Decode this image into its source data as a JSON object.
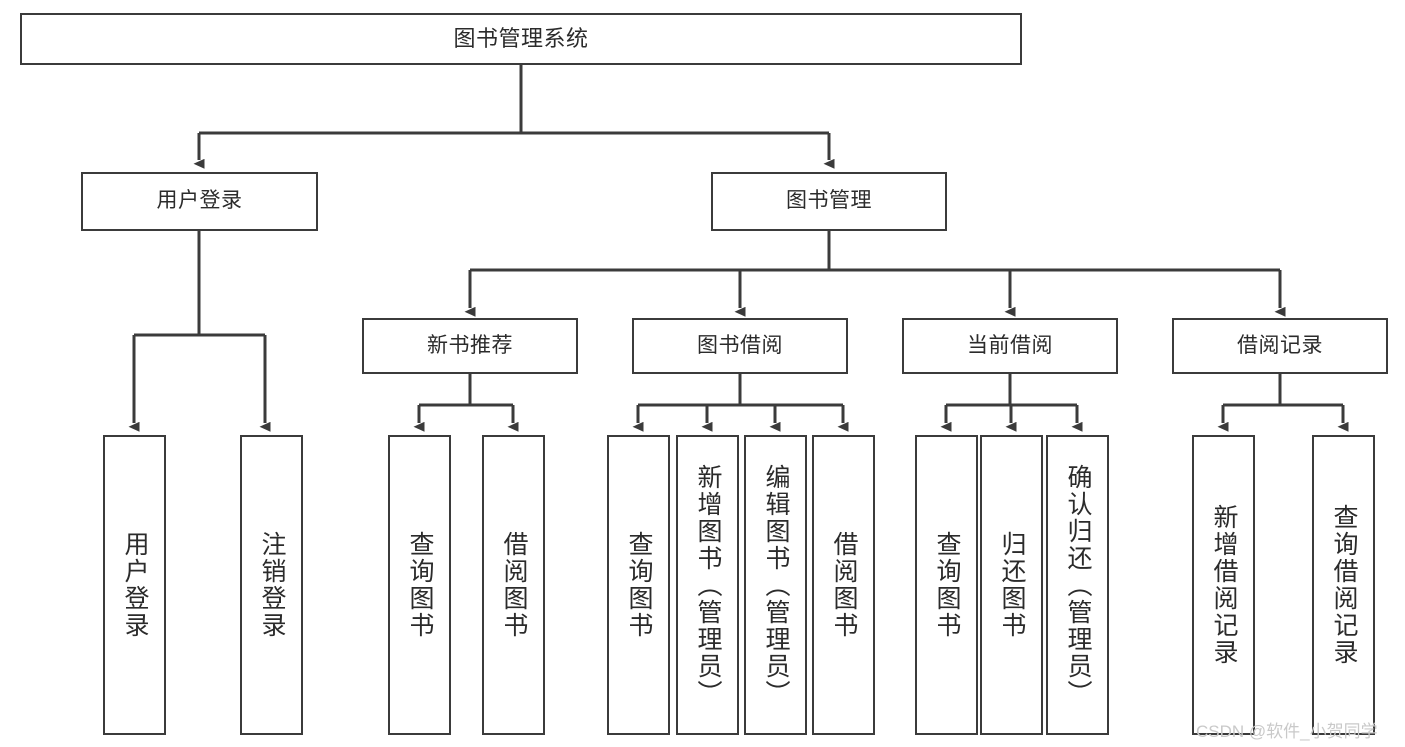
{
  "diagram": {
    "title": "图书管理系统",
    "type": "tree-hierarchy",
    "background_color": "#ffffff",
    "line_color": "#3b3b3b",
    "text_color": "#2b2b2b"
  },
  "root": {
    "label": "图书管理系统"
  },
  "level1": [
    {
      "label": "用户登录"
    },
    {
      "label": "图书管理"
    }
  ],
  "level2": [
    {
      "label": "新书推荐"
    },
    {
      "label": "图书借阅"
    },
    {
      "label": "当前借阅"
    },
    {
      "label": "借阅记录"
    }
  ],
  "leaves": {
    "user_login": [
      {
        "label": "用户登录"
      },
      {
        "label": "注销登录"
      }
    ],
    "new_book_recommend": [
      {
        "label": "查询图书"
      },
      {
        "label": "借阅图书"
      }
    ],
    "book_borrow": [
      {
        "label": "查询图书"
      },
      {
        "label": "新增图书（管理员）"
      },
      {
        "label": "编辑图书（管理员）"
      },
      {
        "label": "借阅图书"
      }
    ],
    "current_borrow": [
      {
        "label": "查询图书"
      },
      {
        "label": "归还图书"
      },
      {
        "label": "确认归还（管理员）"
      }
    ],
    "borrow_record": [
      {
        "label": "新增借阅记录"
      },
      {
        "label": "查询借阅记录"
      }
    ]
  },
  "watermark": {
    "text": "CSDN @软件_小贺同学"
  }
}
